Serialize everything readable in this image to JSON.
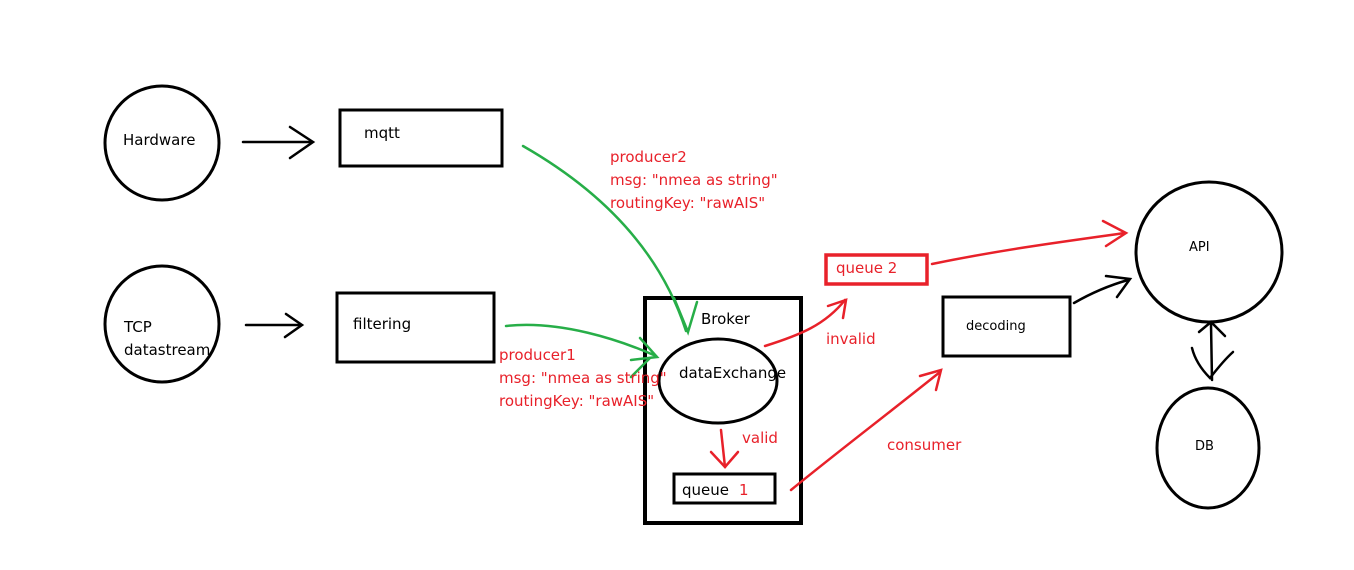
{
  "colors": {
    "ink": "#000000",
    "red": "#e8212a",
    "green": "#27ae48"
  },
  "nodes": {
    "hardware": "Hardware",
    "tcp_line1": "TCP",
    "tcp_line2": "datastream",
    "mqtt": "mqtt",
    "filtering": "filtering",
    "broker": "Broker",
    "data_exchange": "dataExchange",
    "queue1_name": "queue",
    "queue1_num": "1",
    "queue2": "queue 2",
    "decoding": "decoding",
    "api": "API",
    "db": "DB"
  },
  "annotations": {
    "producer2": {
      "name": "producer2",
      "msg": "msg: \"nmea as string\"",
      "routing": "routingKey: \"rawAIS\""
    },
    "producer1": {
      "name": "producer1",
      "msg": "msg: \"nmea as string\"",
      "routing": "routingKey: \"rawAIS\""
    },
    "invalid": "invalid",
    "valid": "valid",
    "consumer": "consumer"
  }
}
